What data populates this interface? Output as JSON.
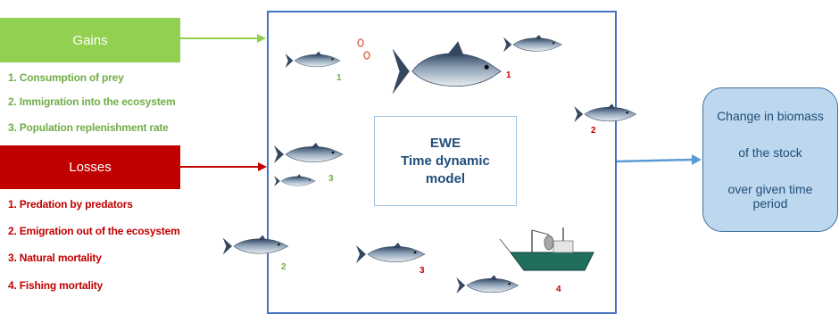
{
  "gains": {
    "label": "Gains",
    "items": [
      "1. Consumption of prey",
      "2. Immigration into the ecosystem",
      "3. Population replenishment rate"
    ]
  },
  "losses": {
    "label": "Losses",
    "items": [
      "1. Predation by predators",
      "2. Emigration out of the ecosystem",
      "3. Natural mortality",
      "4. Fishing mortality"
    ]
  },
  "model": {
    "line1": "EWE",
    "line2": "Time dynamic",
    "line3": "model"
  },
  "result": {
    "line1": "Change in biomass",
    "line2": "of the stock",
    "line3": "over given time",
    "line4": "period"
  },
  "markers": {
    "gain_1": "1",
    "gain_3": "3",
    "gain_2": "2",
    "loss_1": "1",
    "loss_2": "2",
    "loss_3": "3",
    "loss_4": "4"
  },
  "colors": {
    "gains": "#92d050",
    "losses": "#c00000",
    "frame": "#4472c4",
    "result_fill": "#bdd7ee",
    "text_blue": "#1f4e79"
  }
}
